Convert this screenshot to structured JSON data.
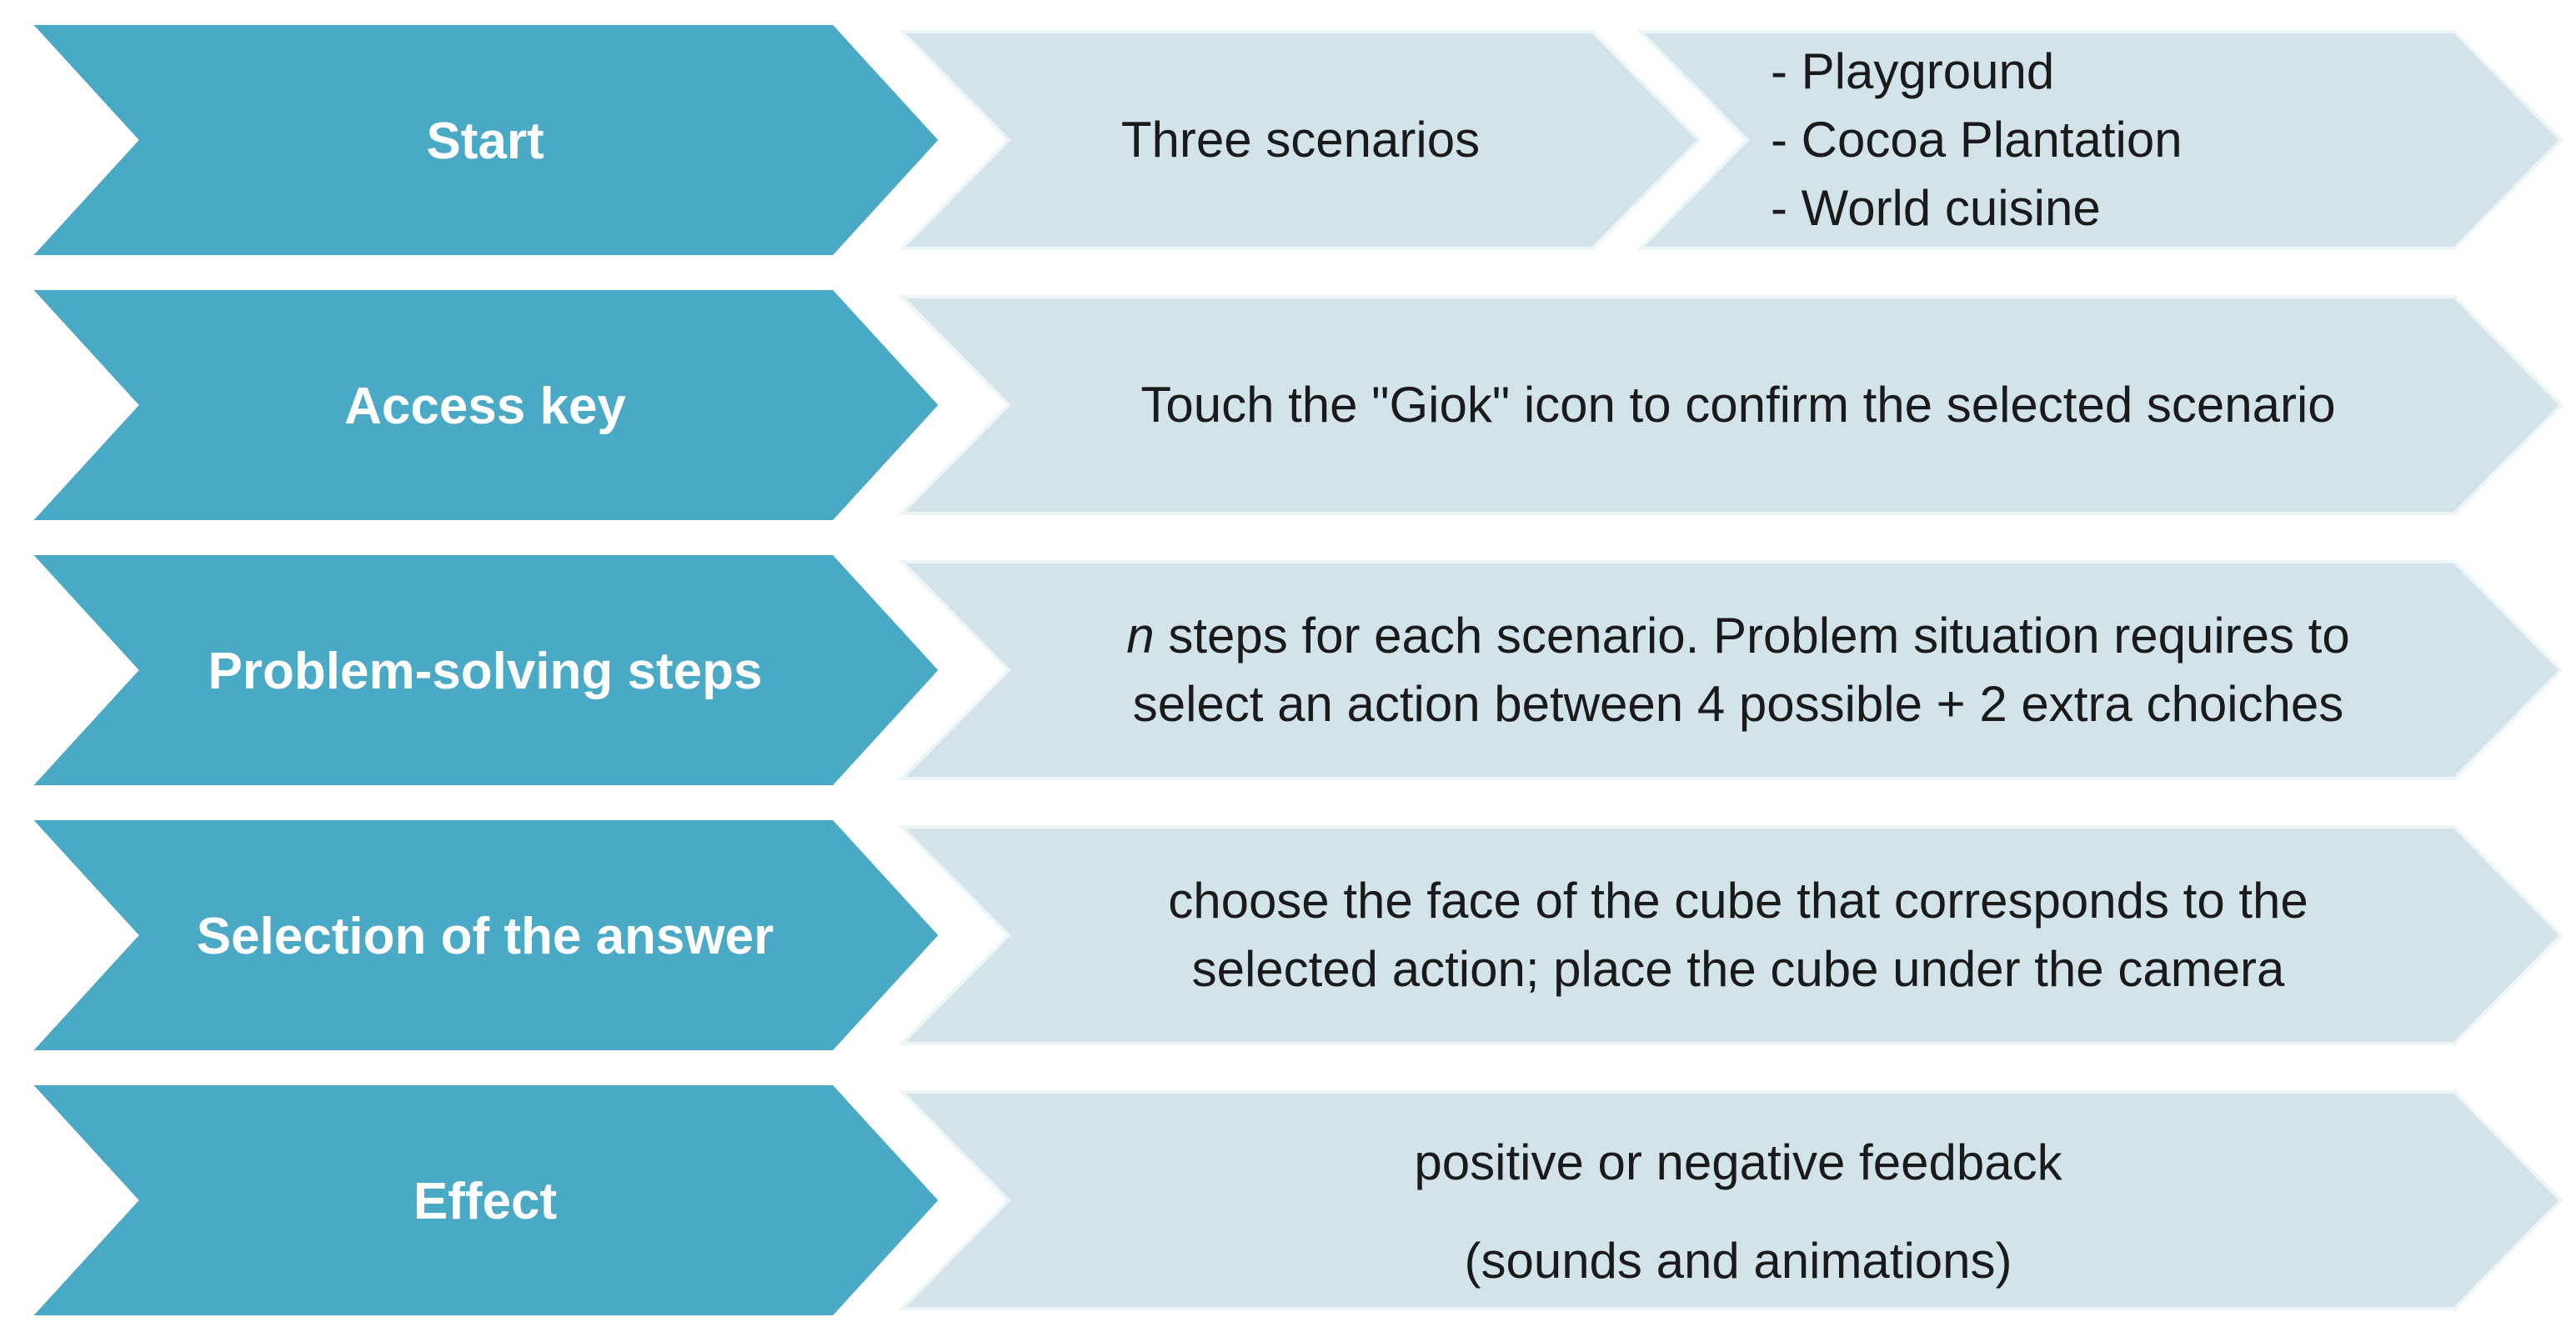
{
  "colors": {
    "stage_chevron": "#4aaac6",
    "description_chevron": "#d2e4ea",
    "stage_text": "#ffffff",
    "description_text": "#1a1a1a"
  },
  "rows": [
    {
      "stage": "Start",
      "description": [
        "Three scenarios"
      ],
      "scenarios": [
        "- Playground",
        "- Cocoa Plantation",
        "- World cuisine"
      ]
    },
    {
      "stage": "Access key",
      "description": [
        "Touch the \"Giok\" icon to confirm the selected  scenario"
      ]
    },
    {
      "stage": "Problem-solving steps",
      "description_italic_prefix": "n",
      "description": [
        " steps for each scenario. Problem situation requires to",
        "select an action between 4 possible + 2 extra choiches"
      ]
    },
    {
      "stage": "Selection of the answer",
      "description": [
        "choose the face of the cube that corresponds to the",
        "selected action; place the cube under the camera"
      ]
    },
    {
      "stage": "Effect",
      "description": [
        "positive or negative feedback",
        "(sounds and animations)"
      ]
    }
  ]
}
